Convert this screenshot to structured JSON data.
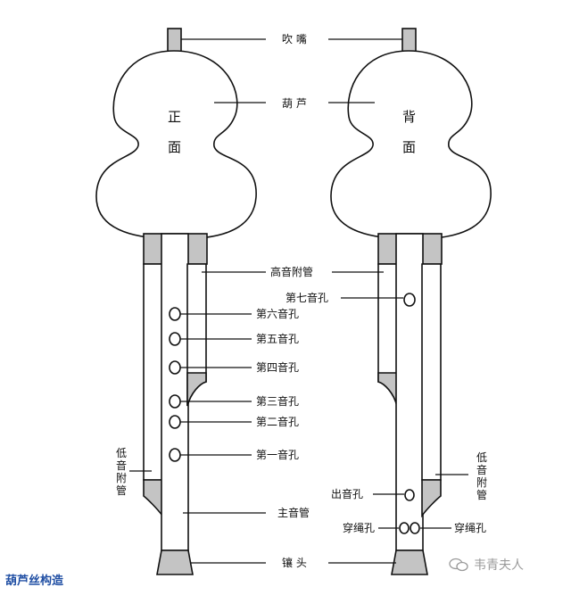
{
  "diagram": {
    "labels": {
      "mouthpiece": "吹 嘴",
      "gourd": "葫 芦",
      "high_aux_pipe": "高音附管",
      "hole7": "第七音孔",
      "hole6": "第六音孔",
      "hole5": "第五音孔",
      "hole4": "第四音孔",
      "hole3": "第三音孔",
      "hole2": "第二音孔",
      "hole1": "第一音孔",
      "low_aux_pipe_left": "低音附管",
      "low_aux_pipe_right": "低音附管",
      "main_pipe": "主音管",
      "sound_hole": "出音孔",
      "rope_hole_left": "穿绳孔",
      "rope_hole_right": "穿绳孔",
      "ferrule": "镶 头"
    },
    "front_label": "正面",
    "back_label": "背面"
  },
  "caption": "葫芦丝构造",
  "watermark": "韦青夫人",
  "colors": {
    "caption": "#1f4ea3",
    "metal_gray": "#c4c4c4",
    "watermark": "#9a9a9a"
  }
}
